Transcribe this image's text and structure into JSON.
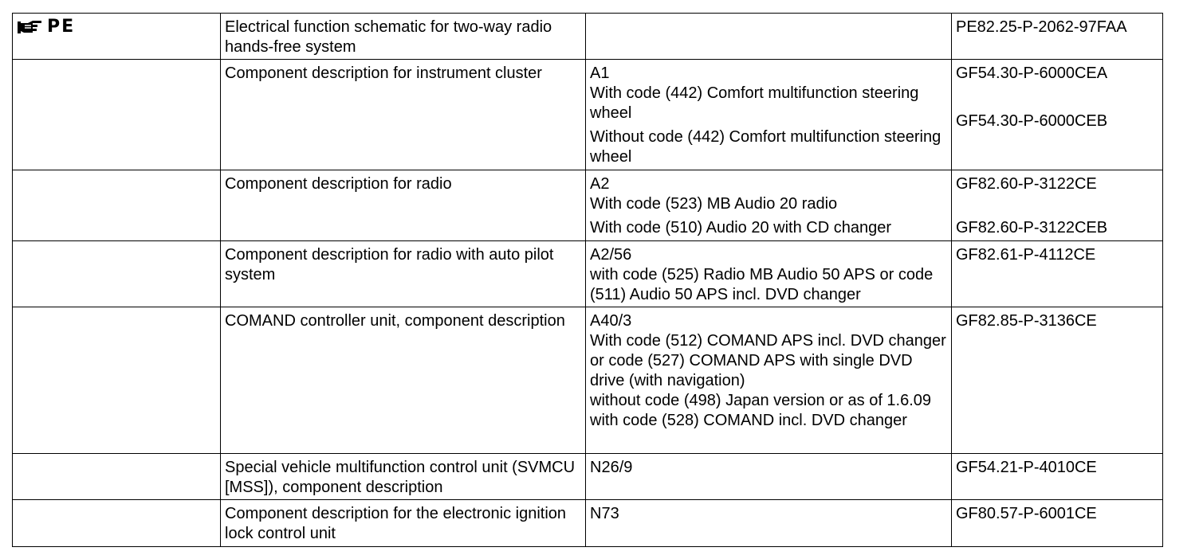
{
  "marker": {
    "icon": "pointing-hand-icon",
    "label": "PE"
  },
  "rows": [
    {
      "description": "Electrical function schematic for two-way radio hands-free system",
      "entries": [
        {
          "text": "",
          "ref": "PE82.25-P-2062-97FAA"
        }
      ]
    },
    {
      "description": "Component description for instrument cluster",
      "entries": [
        {
          "text": "A1\nWith code (442) Comfort multifunction steering wheel",
          "ref": "GF54.30-P-6000CEA"
        },
        {
          "text": "Without code (442) Comfort multifunction steering wheel",
          "ref": "GF54.30-P-6000CEB"
        }
      ]
    },
    {
      "description": "Component description for radio",
      "entries": [
        {
          "text": "A2\nWith code (523) MB Audio 20 radio",
          "ref": "GF82.60-P-3122CE"
        },
        {
          "text": "With code (510) Audio 20 with CD changer",
          "ref": "GF82.60-P-3122CEB"
        }
      ]
    },
    {
      "description": "Component description for radio with auto pilot system",
      "entries": [
        {
          "text": "A2/56\nwith code (525) Radio MB Audio 50 APS or code (511) Audio 50 APS incl. DVD changer",
          "ref": "GF82.61-P-4112CE"
        }
      ]
    },
    {
      "description": "COMAND controller unit, component description",
      "entries": [
        {
          "text": "A40/3\nWith code (512) COMAND APS incl. DVD changer or code (527) COMAND APS with single DVD drive (with navigation)\nwithout code (498) Japan version or as of 1.6.09 with code (528) COMAND incl. DVD changer",
          "ref": "GF82.85-P-3136CE"
        }
      ]
    },
    {
      "description": "Special vehicle multifunction control unit (SVMCU [MSS]), component description",
      "entries": [
        {
          "text": "N26/9",
          "ref": "GF54.21-P-4010CE"
        }
      ]
    },
    {
      "description": "Component description for the electronic ignition lock control unit",
      "entries": [
        {
          "text": "N73",
          "ref": "GF80.57-P-6001CE"
        }
      ]
    }
  ]
}
